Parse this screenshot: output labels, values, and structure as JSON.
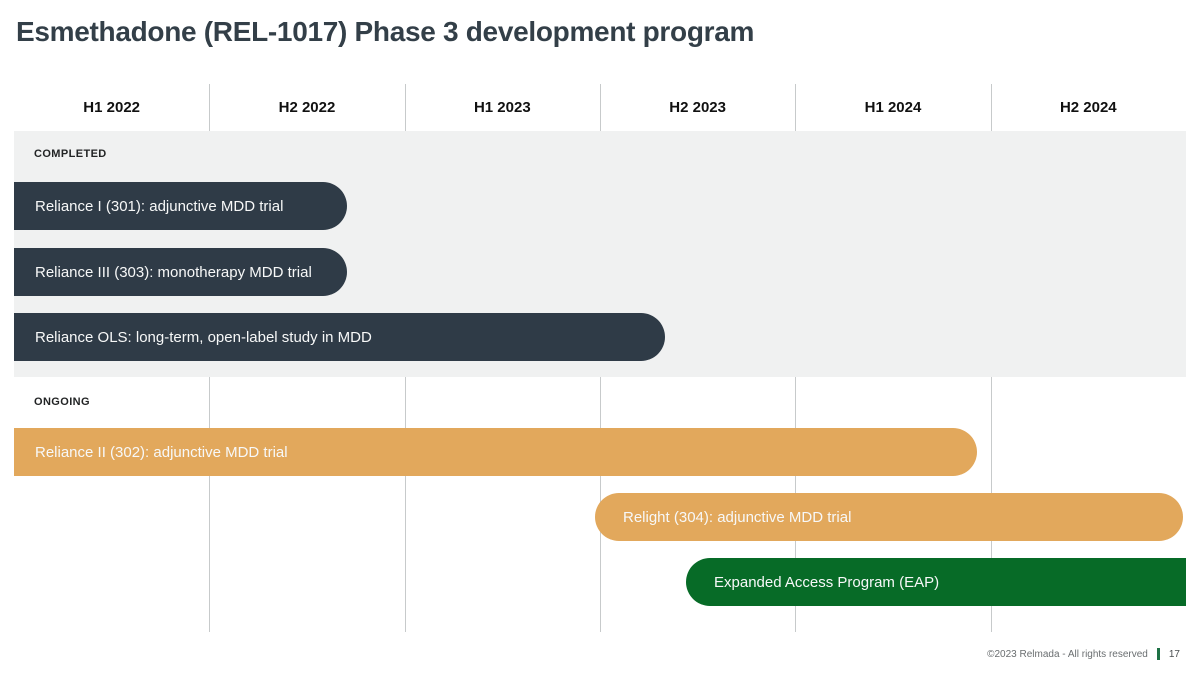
{
  "slide": {
    "title": "Esmethadone (REL-1017) Phase 3 development program"
  },
  "sections": {
    "completed_label": "COMPLETED",
    "ongoing_label": "ONGOING"
  },
  "footer": {
    "copyright": "©2023 Relmada - All rights reserved",
    "page_number": "17"
  },
  "colors": {
    "title_text": "#333F48",
    "completed_bar": "#2F3B47",
    "ongoing_bar": "#E2A85C",
    "eap_bar": "#076B27",
    "completed_section_bg": "#F0F1F1",
    "gridline": "#C7CACB",
    "footer_separator": "#1E7145"
  },
  "chart_data": {
    "type": "bar",
    "variant": "gantt-timeline",
    "title": "Esmethadone (REL-1017) Phase 3 development program",
    "x_axis": {
      "unit": "half-year periods",
      "tick_labels": [
        "H1 2022",
        "H2 2022",
        "H1 2023",
        "H2 2023",
        "H1 2024",
        "H2 2024"
      ],
      "range": [
        0,
        6
      ],
      "grid": true
    },
    "legend": "none",
    "groups": [
      "COMPLETED",
      "ONGOING"
    ],
    "tasks": [
      {
        "label": "Reliance I (301): adjunctive MDD trial",
        "group": "COMPLETED",
        "start": 0,
        "end": 1.7,
        "start_period": "H1 2022",
        "end_period": "H2 2022",
        "color": "#2F3B47"
      },
      {
        "label": "Reliance III (303): monotherapy MDD trial",
        "group": "COMPLETED",
        "start": 0,
        "end": 1.7,
        "start_period": "H1 2022",
        "end_period": "H2 2022",
        "color": "#2F3B47"
      },
      {
        "label": "Reliance OLS: long-term, open-label study in MDD",
        "group": "COMPLETED",
        "start": 0,
        "end": 3.3,
        "start_period": "H1 2022",
        "end_period": "H2 2023",
        "color": "#2F3B47"
      },
      {
        "label": "Reliance II (302): adjunctive MDD trial",
        "group": "ONGOING",
        "start": 0,
        "end": 4.9,
        "start_period": "H1 2022",
        "end_period": "H1 2024",
        "color": "#E2A85C"
      },
      {
        "label": "Relight (304): adjunctive MDD trial",
        "group": "ONGOING",
        "start": 3.0,
        "end": 6.0,
        "start_period": "H2 2023",
        "end_period": "H2 2024",
        "color": "#E2A85C"
      },
      {
        "label": "Expanded Access Program (EAP)",
        "group": "ONGOING",
        "start": 3.4,
        "end": 6.0,
        "start_period": "H2 2023",
        "end_period": "H2 2024",
        "color": "#076B27"
      }
    ]
  }
}
